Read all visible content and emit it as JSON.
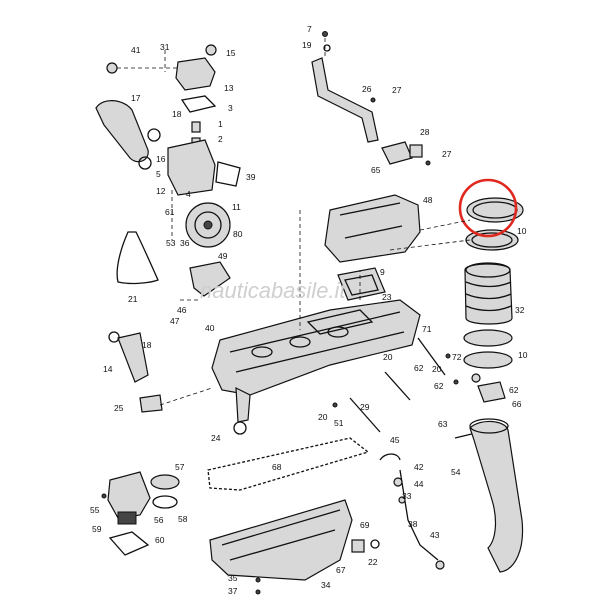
{
  "watermark": "nauticabasile.it",
  "highlight_color": "#e0281e",
  "callouts": [
    {
      "id": "c41",
      "text": "41"
    },
    {
      "id": "c31",
      "text": "31"
    },
    {
      "id": "c15",
      "text": "15"
    },
    {
      "id": "c13",
      "text": "13"
    },
    {
      "id": "c3",
      "text": "3"
    },
    {
      "id": "c17",
      "text": "17"
    },
    {
      "id": "c18a",
      "text": "18"
    },
    {
      "id": "c1",
      "text": "1"
    },
    {
      "id": "c2",
      "text": "2"
    },
    {
      "id": "c16",
      "text": "16"
    },
    {
      "id": "c39",
      "text": "39"
    },
    {
      "id": "c5",
      "text": "5"
    },
    {
      "id": "c12",
      "text": "12"
    },
    {
      "id": "c11",
      "text": "11"
    },
    {
      "id": "c61",
      "text": "61"
    },
    {
      "id": "c4",
      "text": "4"
    },
    {
      "id": "c80",
      "text": "80"
    },
    {
      "id": "c53",
      "text": "53"
    },
    {
      "id": "c36",
      "text": "36"
    },
    {
      "id": "c49",
      "text": "49"
    },
    {
      "id": "c21",
      "text": "21"
    },
    {
      "id": "c46",
      "text": "46"
    },
    {
      "id": "c47",
      "text": "47"
    },
    {
      "id": "c7",
      "text": "7"
    },
    {
      "id": "c19",
      "text": "19"
    },
    {
      "id": "c26",
      "text": "26"
    },
    {
      "id": "c27a",
      "text": "27"
    },
    {
      "id": "c28",
      "text": "28"
    },
    {
      "id": "c27b",
      "text": "27"
    },
    {
      "id": "c65",
      "text": "65"
    },
    {
      "id": "c48",
      "text": "48"
    },
    {
      "id": "c10a",
      "text": "10"
    },
    {
      "id": "c9",
      "text": "9"
    },
    {
      "id": "c23",
      "text": "23"
    },
    {
      "id": "c32",
      "text": "32"
    },
    {
      "id": "c40",
      "text": "40"
    },
    {
      "id": "c71",
      "text": "71"
    },
    {
      "id": "c10b",
      "text": "10"
    },
    {
      "id": "c18b",
      "text": "18"
    },
    {
      "id": "c14",
      "text": "14"
    },
    {
      "id": "c20a",
      "text": "20"
    },
    {
      "id": "c62a",
      "text": "62"
    },
    {
      "id": "c72",
      "text": "72"
    },
    {
      "id": "c20b",
      "text": "20"
    },
    {
      "id": "c62b",
      "text": "62"
    },
    {
      "id": "c62c",
      "text": "62"
    },
    {
      "id": "c66",
      "text": "66"
    },
    {
      "id": "c25",
      "text": "25"
    },
    {
      "id": "c29",
      "text": "29"
    },
    {
      "id": "c20c",
      "text": "20"
    },
    {
      "id": "c51",
      "text": "51"
    },
    {
      "id": "c24",
      "text": "24"
    },
    {
      "id": "c63",
      "text": "63"
    },
    {
      "id": "c45",
      "text": "45"
    },
    {
      "id": "c68",
      "text": "68"
    },
    {
      "id": "c57",
      "text": "57"
    },
    {
      "id": "c42",
      "text": "42"
    },
    {
      "id": "c54",
      "text": "54"
    },
    {
      "id": "c44",
      "text": "44"
    },
    {
      "id": "c55",
      "text": "55"
    },
    {
      "id": "c33",
      "text": "33"
    },
    {
      "id": "c56",
      "text": "56"
    },
    {
      "id": "c58",
      "text": "58"
    },
    {
      "id": "c38",
      "text": "38"
    },
    {
      "id": "c59",
      "text": "59"
    },
    {
      "id": "c60",
      "text": "60"
    },
    {
      "id": "c69",
      "text": "69"
    },
    {
      "id": "c43",
      "text": "43"
    },
    {
      "id": "c22",
      "text": "22"
    },
    {
      "id": "c67",
      "text": "67"
    },
    {
      "id": "c35",
      "text": "35"
    },
    {
      "id": "c37",
      "text": "37"
    },
    {
      "id": "c34",
      "text": "34"
    }
  ]
}
